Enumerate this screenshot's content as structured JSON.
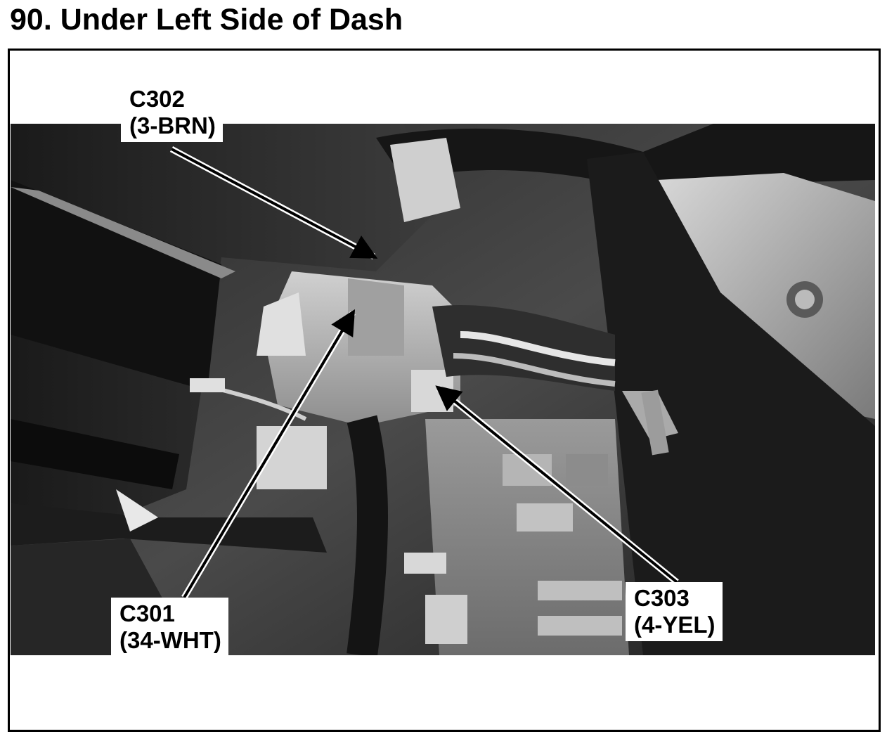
{
  "page": {
    "title": "90. Under Left Side of Dash"
  },
  "figure": {
    "callouts": [
      {
        "id": "C302",
        "connector": "C302",
        "spec": "(3-BRN)"
      },
      {
        "id": "C301",
        "connector": "C301",
        "spec": "(34-WHT)"
      },
      {
        "id": "C303",
        "connector": "C303",
        "spec": "(4-YEL)"
      }
    ]
  },
  "colors": {
    "background": "#ffffff",
    "text": "#000000",
    "frame": "#000000"
  }
}
